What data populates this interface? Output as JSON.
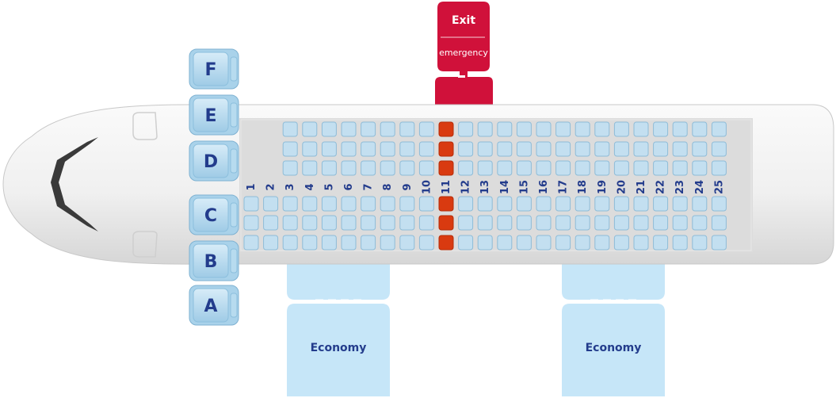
{
  "colors": {
    "fuselage": "#f2f2f2",
    "cabin": "#dcdcdc",
    "seat": "#c3dff0",
    "seat_border": "#8ebcd8",
    "exit_seat": "#d93a10",
    "exit_door": "#d0113a",
    "text": "#233c8c",
    "economy_door": "#c6e6f8"
  },
  "seat_letters": [
    "F",
    "E",
    "D",
    "C",
    "B",
    "A"
  ],
  "rows": [
    "1",
    "2",
    "3",
    "4",
    "5",
    "6",
    "7",
    "8",
    "9",
    "10",
    "11",
    "12",
    "13",
    "14",
    "15",
    "16",
    "17",
    "18",
    "19",
    "20",
    "21",
    "22",
    "23",
    "24",
    "25"
  ],
  "exit_row": "11",
  "exit_door": {
    "title": "Exit",
    "subtitle": "emergency"
  },
  "economy_doors": [
    {
      "label": "Economy"
    },
    {
      "label": "Economy"
    }
  ]
}
